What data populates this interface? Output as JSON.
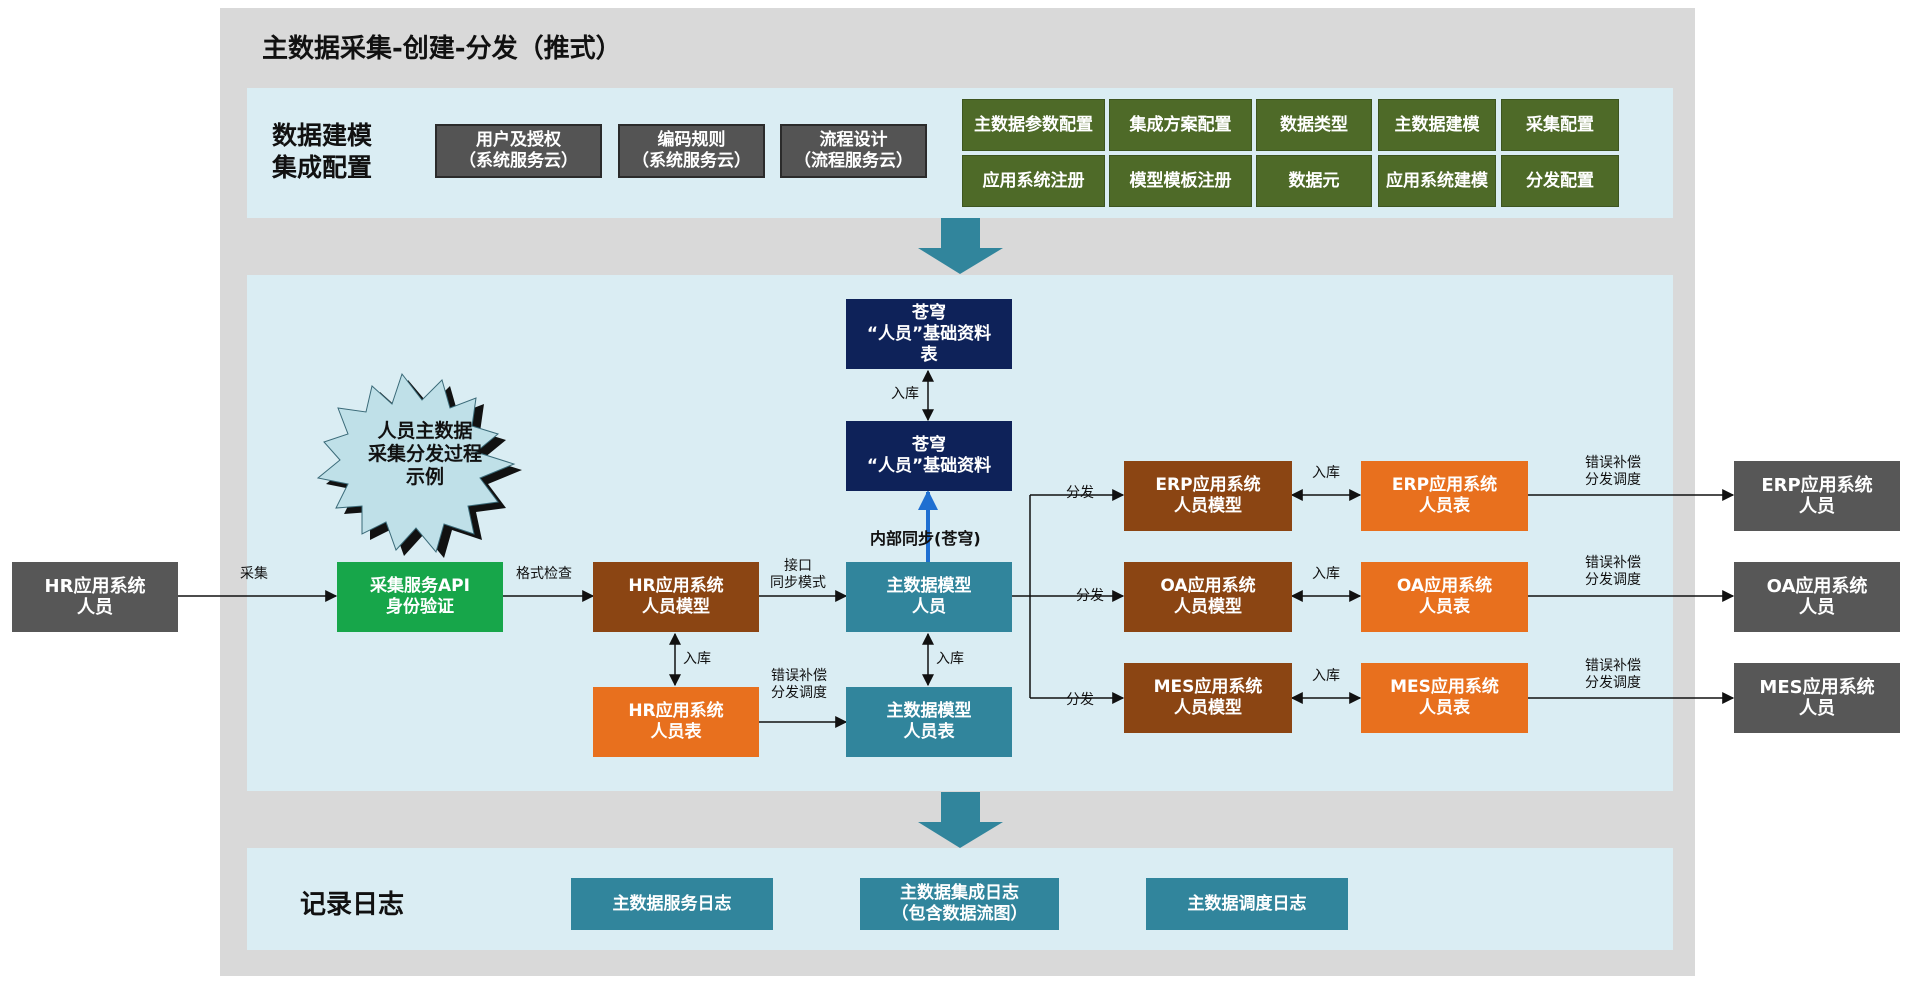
{
  "title": "主数据采集-创建-分发（推式）",
  "config": {
    "heading": "数据建模\n集成配置",
    "services": [
      "用户及授权\n（系统服务云）",
      "编码规则\n（系统服务云）",
      "流程设计\n（流程服务云）"
    ],
    "grid_row1": [
      "主数据参数配置",
      "集成方案配置",
      "数据类型",
      "主数据建模",
      "采集配置"
    ],
    "grid_row2": [
      "应用系统注册",
      "模型模板注册",
      "数据元",
      "应用系统建模",
      "分发配置"
    ]
  },
  "flow": {
    "starburst": "人员主数据\n采集分发过程\n示例",
    "hr_source": "HR应用系统\n人员",
    "collect_label": "采集",
    "api_box": "采集服务API\n身份验证",
    "format_label": "格式检查",
    "hr_model": "HR应用系统\n人员模型",
    "interface_label": "接口\n同步模式",
    "hr_table": "HR应用系统\n人员表",
    "hr_store_label": "入库",
    "err_label_1": "错误补偿\n分发调度",
    "master_model": "主数据模型\n人员",
    "master_table": "主数据模型\n人员表",
    "master_store_label": "入库",
    "cangqiong_table": "苍穹\n“人员”基础资料\n表",
    "cangqiong_store_label": "入库",
    "cangqiong_data": "苍穹\n“人员”基础资料",
    "internal_sync": "内部同步(苍穹)",
    "dist_label": "分发",
    "targets": [
      {
        "model": "ERP应用系统\n人员模型",
        "table": "ERP应用系统\n人员表",
        "dest": "ERP应用系统\n人员",
        "store": "入库",
        "err": "错误补偿\n分发调度"
      },
      {
        "model": "OA应用系统\n人员模型",
        "table": "OA应用系统\n人员表",
        "dest": "OA应用系统\n人员",
        "store": "入库",
        "err": "错误补偿\n分发调度"
      },
      {
        "model": "MES应用系统\n人员模型",
        "table": "MES应用系统\n人员表",
        "dest": "MES应用系统\n人员",
        "store": "入库",
        "err": "错误补偿\n分发调度"
      }
    ]
  },
  "logs": {
    "heading": "记录日志",
    "items": [
      "主数据服务日志",
      "主数据集成日志\n（包含数据流图）",
      "主数据调度日志"
    ]
  },
  "colors": {
    "frame": "#d9d9d9",
    "panel": "#daedf3",
    "big_arrow": "#31859c",
    "navy": "#0e2259",
    "brown": "#8b4513",
    "orange": "#e8701e",
    "teal": "#31859c",
    "green": "#17a64a",
    "olive": "#4e6a28",
    "grey": "#575757",
    "sync_arrow": "#1f6fd1"
  }
}
